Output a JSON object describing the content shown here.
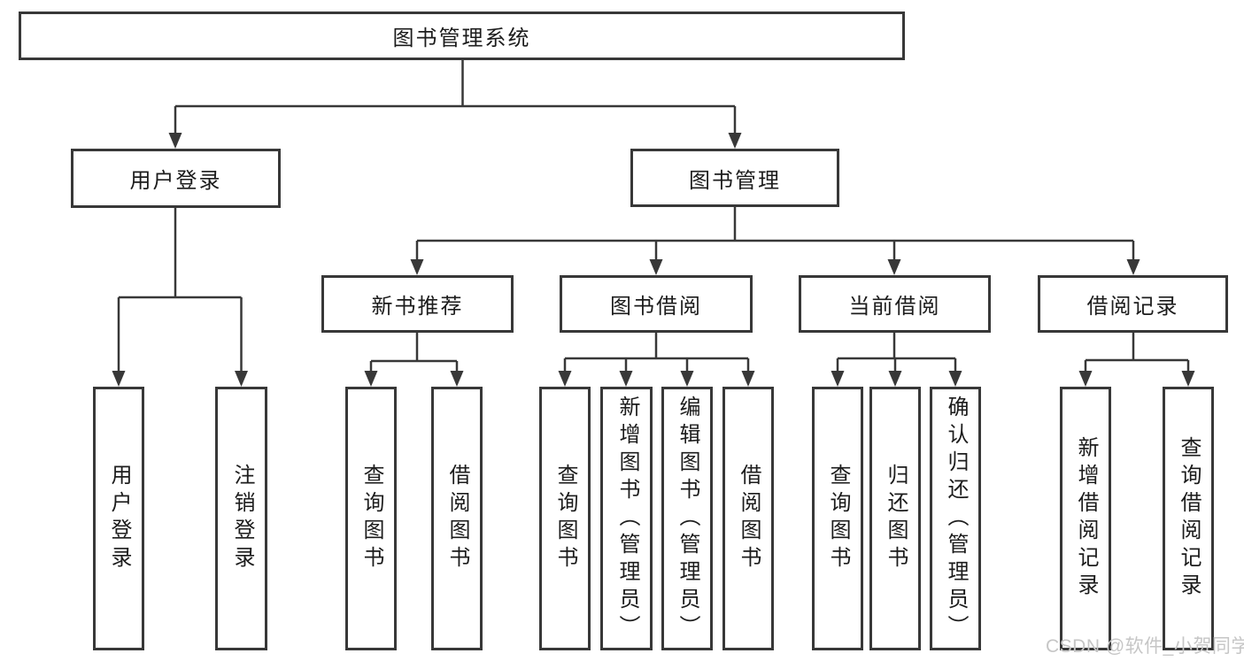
{
  "diagram": {
    "type": "tree",
    "colors": {
      "line": "#383838",
      "box_border": "#383838",
      "text": "#1c1c1c",
      "background": "#ffffff",
      "watermark": "#c6c6c6"
    },
    "root": {
      "label": "图书管理系统"
    },
    "branches": [
      {
        "label": "用户登录",
        "children": [
          {
            "label": "用户登录"
          },
          {
            "label": "注销登录"
          }
        ]
      },
      {
        "label": "图书管理",
        "children": [
          {
            "label": "新书推荐",
            "children": [
              {
                "label": "查询图书"
              },
              {
                "label": "借阅图书"
              }
            ]
          },
          {
            "label": "图书借阅",
            "children": [
              {
                "label": "查询图书"
              },
              {
                "label": "新增图书（管理员）"
              },
              {
                "label": "编辑图书（管理员）"
              },
              {
                "label": "借阅图书"
              }
            ]
          },
          {
            "label": "当前借阅",
            "children": [
              {
                "label": "查询图书"
              },
              {
                "label": "归还图书"
              },
              {
                "label": "确认归还（管理员）"
              }
            ]
          },
          {
            "label": "借阅记录",
            "children": [
              {
                "label": "新增借阅记录"
              },
              {
                "label": "查询借阅记录"
              }
            ]
          }
        ]
      }
    ],
    "watermark": "CSDN @软件_小贺同学"
  }
}
